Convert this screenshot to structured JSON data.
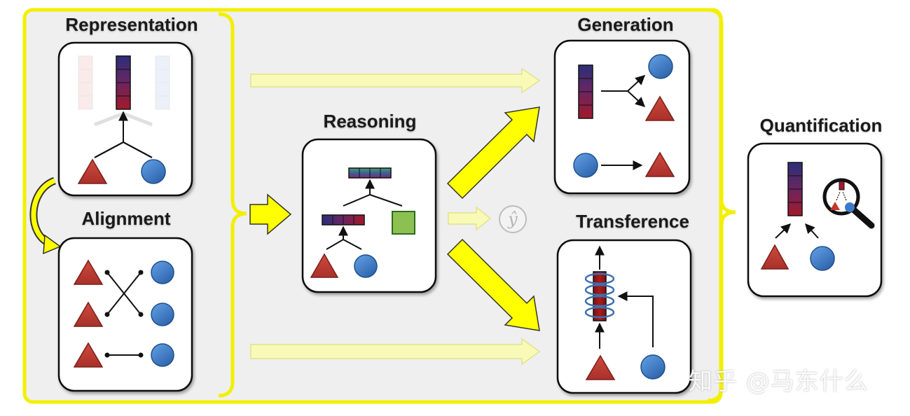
{
  "labels": {
    "representation": "Representation",
    "alignment": "Alignment",
    "reasoning": "Reasoning",
    "generation": "Generation",
    "transference": "Transference",
    "quantification": "Quantification"
  },
  "output_symbol": "ŷ",
  "watermark": "知乎 @马东什么",
  "colors": {
    "panel": "#efefef",
    "highlight": "#ffff00",
    "pale_arrow": "#fafab8",
    "triangle": "#c0392b",
    "circle": "#3d7cc9",
    "square": "#8cc152",
    "vector_top": "#2b2f7a",
    "vector_bottom": "#a3192a"
  },
  "icons": [
    "triangle-icon",
    "circle-icon",
    "vector-icon",
    "magnifier-icon",
    "square-icon",
    "coil-icon"
  ]
}
